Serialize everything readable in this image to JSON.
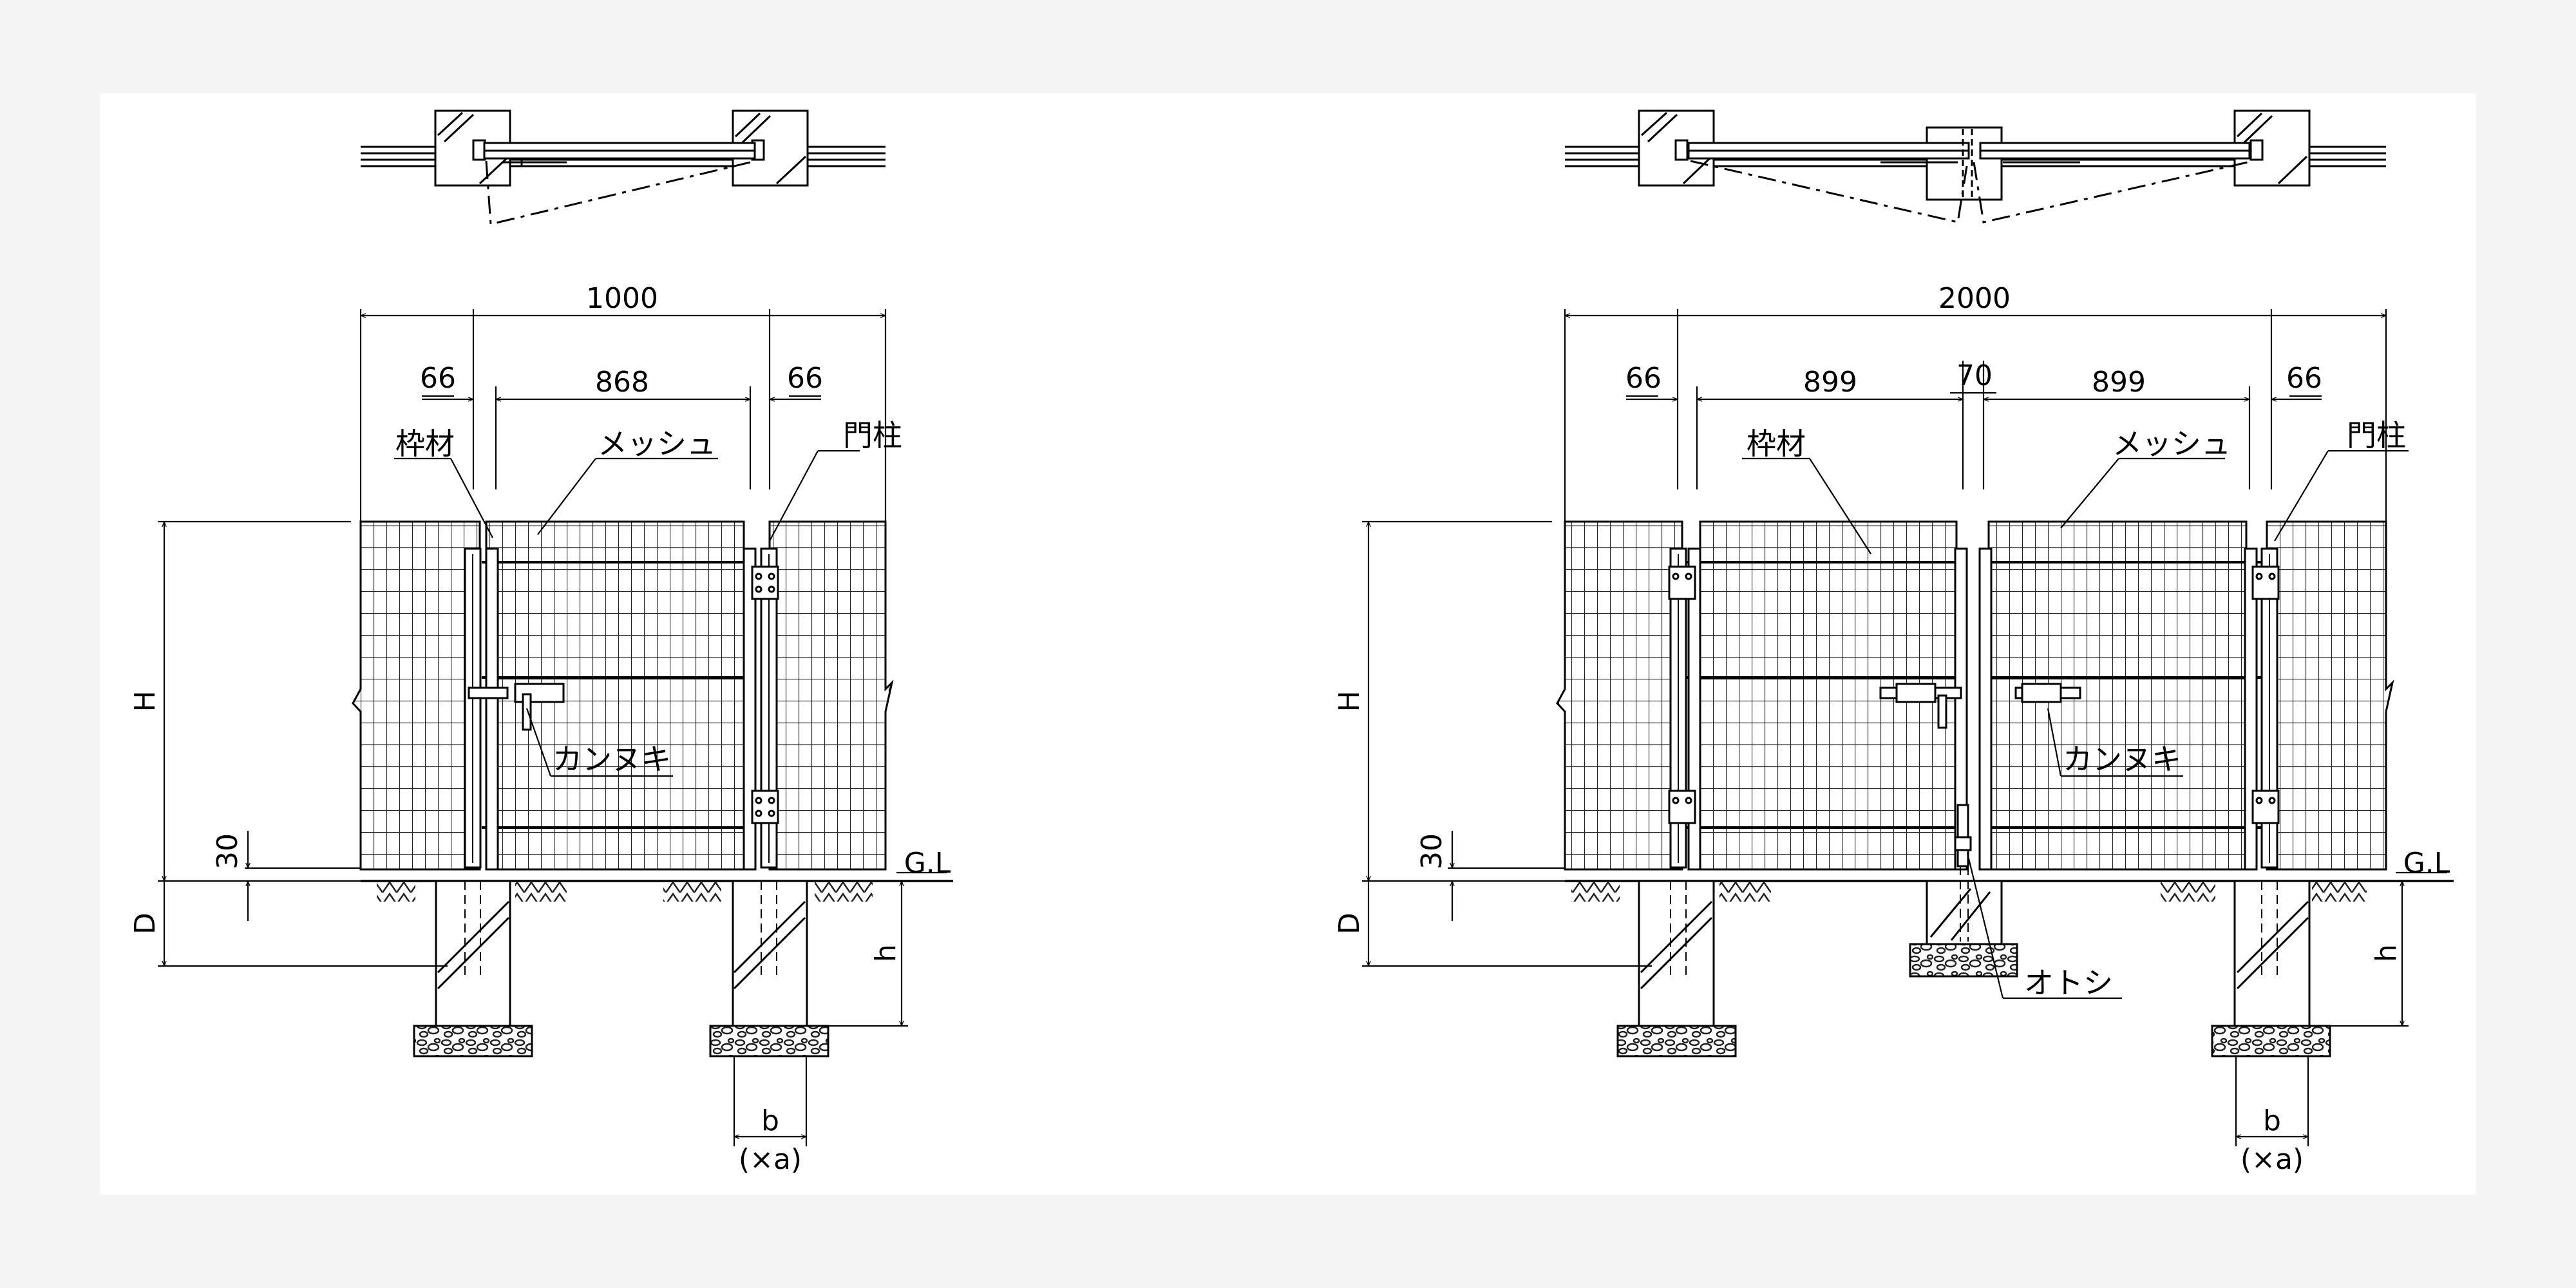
{
  "single_gate": {
    "overall_width": "1000",
    "post_left": "66",
    "leaf_width": "868",
    "post_right": "66",
    "label_frame": "枠材",
    "label_mesh": "メッシュ",
    "label_post": "門柱",
    "label_bolt": "カンヌキ",
    "height": "H",
    "clearance": "30",
    "embed_depth": "D",
    "footing_height": "h",
    "footing_width": "b",
    "footing_note": "(×a)",
    "ground_line": "G.L"
  },
  "double_gate": {
    "overall_width": "2000",
    "post_left": "66",
    "leaf_left": "899",
    "center_gap": "70",
    "leaf_right": "899",
    "post_right": "66",
    "label_frame": "枠材",
    "label_mesh": "メッシュ",
    "label_post": "門柱",
    "label_bolt": "カンヌキ",
    "label_drop_bolt": "オトシ",
    "height": "H",
    "clearance": "30",
    "embed_depth": "D",
    "footing_height": "h",
    "footing_width": "b",
    "footing_note": "(×a)",
    "ground_line": "G.L"
  }
}
